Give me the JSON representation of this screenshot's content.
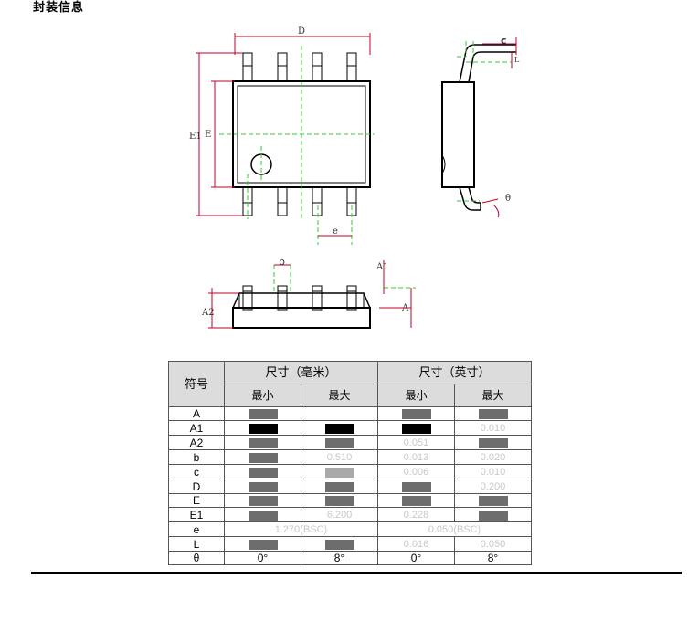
{
  "title": "封装信息",
  "labels": {
    "D": "D",
    "c": "c",
    "L": "L",
    "E1": "E1",
    "E": "E",
    "e": "e",
    "theta": "θ",
    "b": "b",
    "A1": "A1",
    "A2": "A2",
    "A": "A"
  },
  "table": {
    "symbol_header": "符号",
    "mm_header": "尺寸（毫米）",
    "inch_header": "尺寸（英寸）",
    "min_label": "最小",
    "max_label": "最大",
    "rows": [
      {
        "symbol": "A",
        "cells": [
          {
            "t": "dark"
          },
          {
            "t": "blank"
          },
          {
            "t": "dark"
          },
          {
            "t": "dark"
          }
        ]
      },
      {
        "symbol": "A1",
        "cells": [
          {
            "t": "black"
          },
          {
            "t": "black"
          },
          {
            "t": "black"
          },
          {
            "t": "text",
            "v": "0.010"
          }
        ]
      },
      {
        "symbol": "A2",
        "cells": [
          {
            "t": "dark"
          },
          {
            "t": "dark"
          },
          {
            "t": "text",
            "v": "0.051"
          },
          {
            "t": "dark"
          }
        ]
      },
      {
        "symbol": "b",
        "cells": [
          {
            "t": "dark"
          },
          {
            "t": "text",
            "v": "0.510"
          },
          {
            "t": "text",
            "v": "0.013"
          },
          {
            "t": "text",
            "v": "0.020"
          }
        ]
      },
      {
        "symbol": "c",
        "cells": [
          {
            "t": "dark"
          },
          {
            "t": "light"
          },
          {
            "t": "text",
            "v": "0.006"
          },
          {
            "t": "text",
            "v": "0.010"
          }
        ]
      },
      {
        "symbol": "D",
        "cells": [
          {
            "t": "dark"
          },
          {
            "t": "dark"
          },
          {
            "t": "dark"
          },
          {
            "t": "text",
            "v": "0.200"
          }
        ]
      },
      {
        "symbol": "E",
        "cells": [
          {
            "t": "dark"
          },
          {
            "t": "dark"
          },
          {
            "t": "dark"
          },
          {
            "t": "dark"
          }
        ]
      },
      {
        "symbol": "E1",
        "cells": [
          {
            "t": "dark"
          },
          {
            "t": "text",
            "v": "6.200"
          },
          {
            "t": "text",
            "v": "0.228"
          },
          {
            "t": "dark"
          }
        ]
      },
      {
        "symbol": "e",
        "span": true,
        "mm_text": "1.270(BSC)",
        "inch_text": "0.050(BSC)"
      },
      {
        "symbol": "L",
        "cells": [
          {
            "t": "dark"
          },
          {
            "t": "dark"
          },
          {
            "t": "text",
            "v": "0.016"
          },
          {
            "t": "text",
            "v": "0.050"
          }
        ]
      },
      {
        "symbol": "θ",
        "cells": [
          {
            "t": "text",
            "v": "0°",
            "c": "dark-text"
          },
          {
            "t": "text",
            "v": "8°",
            "c": "dark-text"
          },
          {
            "t": "text",
            "v": "0°",
            "c": "dark-text"
          },
          {
            "t": "text",
            "v": "8°",
            "c": "dark-text"
          }
        ]
      }
    ]
  }
}
